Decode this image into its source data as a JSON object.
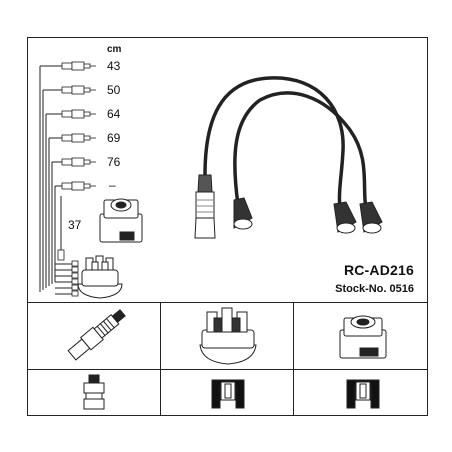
{
  "header": {
    "unit": "cm"
  },
  "wires": [
    {
      "length": "43"
    },
    {
      "length": "50"
    },
    {
      "length": "64"
    },
    {
      "length": "69"
    },
    {
      "length": "76"
    },
    {
      "length": "–"
    }
  ],
  "coil_wire": {
    "length": "37"
  },
  "product": {
    "code": "RC-AD216",
    "stock_label": "Stock-No. 0516"
  },
  "icons": {
    "row1": [
      "spark-plug-icon",
      "distributor-cap-icon",
      "ignition-coil-icon"
    ],
    "row2": [
      "spark-plug-terminal-icon",
      "terminal-socket-icon",
      "terminal-socket-icon"
    ]
  }
}
